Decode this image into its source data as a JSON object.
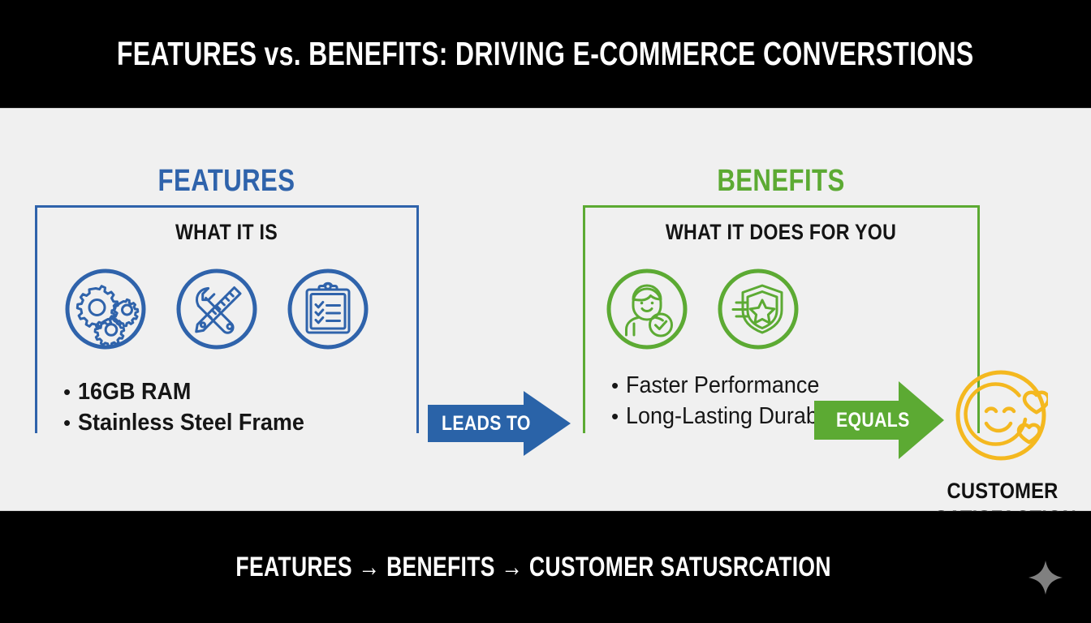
{
  "header": {
    "title": "FEATURES vs. BENEFITS: DRIVING E-COMMERCE CONVERSTIONS"
  },
  "features_column": {
    "heading": "FEATURES",
    "subtitle": "WHAT IT IS",
    "accent_color": "#2f63ab",
    "icons": [
      {
        "name": "gears-icon",
        "label": "gears"
      },
      {
        "name": "wrench-ruler-icon",
        "label": "wrench and ruler"
      },
      {
        "name": "clipboard-checklist-icon",
        "label": "clipboard checklist"
      }
    ],
    "bullets": [
      "16GB RAM",
      "Stainless Steel Frame"
    ]
  },
  "benefits_column": {
    "heading": "BENEFITS",
    "subtitle": "WHAT IT DOES FOR YOU",
    "accent_color": "#5caa33",
    "icons": [
      {
        "name": "happy-customer-icon",
        "label": "happy customer with check"
      },
      {
        "name": "shield-star-icon",
        "label": "shield with star"
      }
    ],
    "bullets": [
      "Faster Performance",
      "Long-Lasting Durability"
    ]
  },
  "arrows": {
    "leads_to": {
      "label": "LEADS TO",
      "color": "#2a63a8"
    },
    "equals": {
      "label": "EQUALS",
      "color": "#5caa33"
    }
  },
  "outcome": {
    "icon_name": "smiley-hearts-icon",
    "icon_color": "#f4b81f",
    "label_line1": "CUSTOMER",
    "label_line2": "SATISFACTION"
  },
  "footer": {
    "text": "FEATURES → BENEFITS → CUSTOMER SATUSRCATION",
    "sparkle_color": "#808080"
  },
  "theme": {
    "background": "#000000",
    "panel_background": "#f0f0f0",
    "text_color": "#141414"
  }
}
